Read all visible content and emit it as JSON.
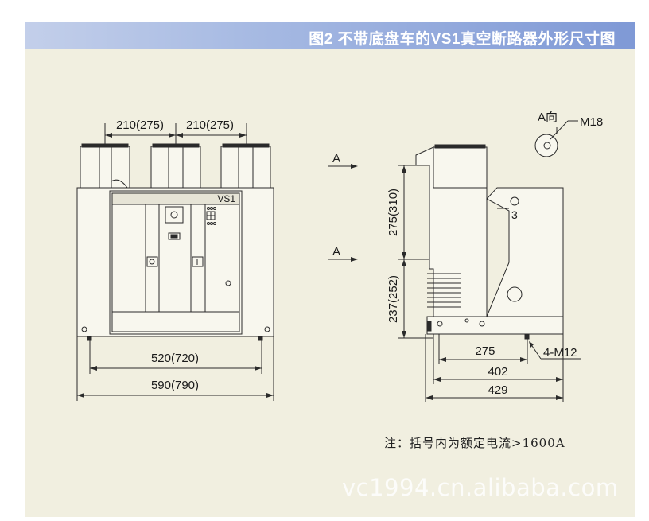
{
  "header": {
    "title": "图2 不带底盘车的VS1真空断路器外形尺寸图"
  },
  "front_view": {
    "dim_pole_spacing_1": "210(275)",
    "dim_pole_spacing_2": "210(275)",
    "panel_label": "VS1",
    "dim_inner_width": "520(720)",
    "dim_outer_width": "590(790)"
  },
  "side_view": {
    "arrow_label_top": "A",
    "arrow_label_bottom": "A",
    "dim_upper_height": "275(310)",
    "dim_lower_height": "237(252)",
    "dim_275": "275",
    "dim_402": "402",
    "dim_429": "429",
    "bolt_label": "4-M12",
    "terminal_number": "3"
  },
  "detail_view": {
    "view_label": "A向",
    "thread_label": "M18"
  },
  "note": "注：括号内为额定电流>1600A",
  "watermark": "vc1994.cn.alibaba.com",
  "colors": {
    "header": "#7f99d6",
    "background": "#f1efe0",
    "line": "#2a2a2a"
  }
}
